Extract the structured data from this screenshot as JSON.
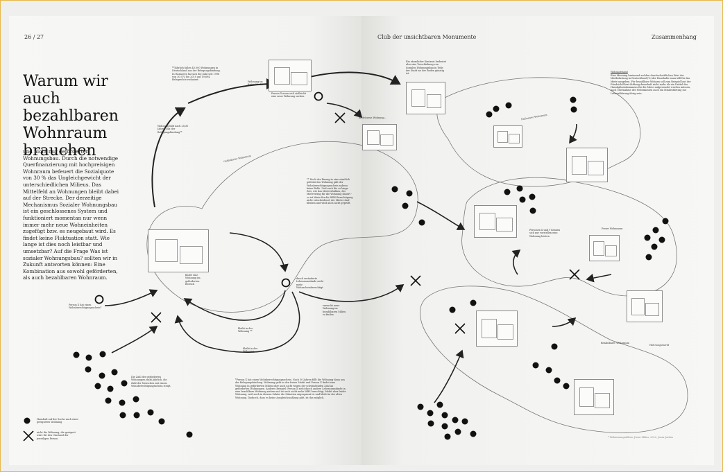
{
  "header": {
    "page_numbers": "26 / 27",
    "center_title": "Club der unsichtbaren Monumente",
    "section": "Zusammenhang"
  },
  "article": {
    "title": "Warum wir auch bezahlbaren Wohnraum brauchen",
    "body": "und nicht nur geförderten Wohnungsbau. Durch die notwendige Querfinanzierung mit hochpreisigen Wohnraum befeuert die Sozialquote von 30 % das Ungleichgewicht der unterschiedlichen Milieus. Das Mittelfeld an Wohnungen bleibt dabei auf der Strecke. Der derzeitige Mechanismus Sozialer Wohnungsbau ist ein geschlossenes System und funktioniert momentan nur wenn immer mehr neue Wohneinheiten zugefügt bzw. es neugebaut wird. Es findet keine Fluktuation statt. Wie lange ist dies noch leistbar und umsetzbar? Auf die Frage Was ist sozialer Wohnungsbau? sollten wir in Zukunft antworten können: Eine Kombination aus sowohl geförderten, als auch bezahlbaren Wohnraum."
  },
  "annotations": {
    "note_top": "**Jährlich fallen 43.000 Wohnungen in Deutschland aus der Belegungsbindung. In Hannover hat sich die Zahl seit 1996 von 30.073 bis 2010 auf 19.694 Belegrechte reduziert.",
    "bubble_top": "Wohnung fällt nach 25/30 Jahren aus der Belegungsbindung**",
    "wohnung_frei": "Wohnung im freien Markt",
    "person_sucht": "Person X muss sich vielleicht eine neue Wohnung suchen.",
    "findet_neue": "findet neue Wohnung...",
    "kontrast": "Ein räumlicher Kontrast bedeutet also eine Verschiebung von Sozialen Wohnungsbau in Teile der Stadt wo der Boden günstig ist.",
    "foerder_note": "** Noch der Einzug in eine staatlich geförderten Wohnung gibt der Wohnberechtigungsschein nahezu keine Rolle. Und auch die so lange Zeit, wie das Mietverhältnis, der Mietvertrag für die Wohnung dauert - so ist Miete für die WBS-Berechtigung nicht entscheidend, der Mieter darf bleiben und wird auch nicht geprüft.",
    "findet_gefoerdert": "findet eine Wohnung im geförderten Bereich",
    "lebensumstaende": "durch veränderte Lebensumstände nicht mehr Wohnscheinberechtigt",
    "person_x_wbs": "Person X hat einen Wohnberechtigungsschein*",
    "bleibt": "bleibt in der Wohnung **",
    "bleibt2": "bleibt in der Wohnung",
    "versucht": "versucht neue Wohnung im bezahlbaren Milieu zu finden",
    "zahl_note": "Die Zahl der geförderten Wohnungen sinkt jährlich, die Zahl der Menschen mit einem Wohnberechtigungsschein steigt.",
    "footnote": "*Person X hat einen Wohnberechtigungsschein. Nach 30 Jahren fällt die Wohnung dann aus der Belegungsbindung. Wohnung geht in den freien Markt und Person X findet eine Wohnung in geförderten Milieu oder auch nicht wegen der schwindenden Zahl an geförderten Wohnungen. Anderes Beispiel: Person X zieht durch andere Lebensumstände in eine bezahlbare Wohnung ziehen und ist auch nicht mehr WBS berechtigt, bleibt aber leider Wohnung, weil auch in diesem Sektor die Situation angespannt ist und bleibt in der alten Wohnung. Dadurch, dass es keine Ausgleichszahlung gibt, ist das möglich.",
    "personen_nb": "Personen X und Y können sich nur vorstellen eine Wohnung leisten",
    "wohnnotstand_title": "Wohnnotstand",
    "wohnnotstand_body": "Eine Messung basierend auf den durchschnittlichen Wert der Mietbelastung in Deutschland (%) der Haushalte muss idR für das Miete ausgeben. Für bezahlbare Wohnen soll zum Beispiel laut der Friedrich-Ebert-Stiftung dauerhaft nicht mehr als ein Drittel des Haushaltseinkommens für die Miete aufgewendet werden müssen, nach Übernahme der Nebenkosten auch ein Mindestbetrag zur Lebensführung übrig sein.",
    "figure_credit": "* Wohnraumgrafiken: Jonas Milius, 2022, Jonas Jordan"
  },
  "milieus": {
    "gefoerdert": "Geförderter Wohnraum",
    "exklusiv": "Exklusiver Wohnraum",
    "freier": "Freier Wohnraum",
    "bezahlbar": "Bezahlbarer Wohnraum",
    "wohnungsmarkt": "Wohnungsmarkt"
  },
  "legend": {
    "dot_label": "Haushalt auf der Suche nach einer geeigneten Wohnung",
    "cross_label": "nicht die Wohnung, die geeignet wäre für den Umstand der jeweiligen Person"
  },
  "colors": {
    "frame": "#e6b84a",
    "ink": "#1a1a1a",
    "paper": "#f5f5f3"
  }
}
